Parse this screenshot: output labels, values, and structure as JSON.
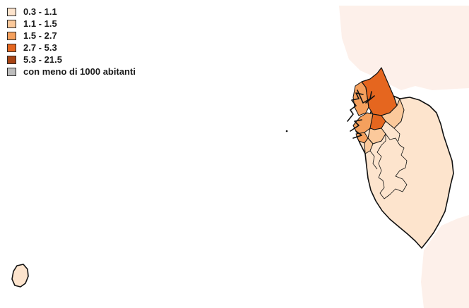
{
  "legend": {
    "items": [
      {
        "label": "0.3 - 1.1",
        "color": "#fde4cd"
      },
      {
        "label": "1.1 - 1.5",
        "color": "#fbc99b"
      },
      {
        "label": "1.5 - 2.7",
        "color": "#f5a05d"
      },
      {
        "label": "2.7 - 5.3",
        "color": "#e5661f"
      },
      {
        "label": "5.3 - 21.5",
        "color": "#a84414"
      },
      {
        "label": "con meno di 1000 abitanti",
        "color": "#bdbdbd"
      }
    ]
  },
  "map": {
    "neighbor_color": "#fdf0ea",
    "outline_color": "#111111",
    "mainland_class": "0.3 - 1.1",
    "coastal_classes": [
      "1.1 - 1.5",
      "1.5 - 2.7",
      "2.7 - 5.3"
    ],
    "island_class": "0.3 - 1.1"
  }
}
